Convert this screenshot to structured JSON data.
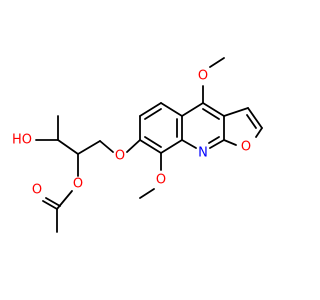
{
  "molecule": {
    "atoms": {
      "ho": "HO",
      "o_acetyl_carbonyl": "O",
      "o_ester": "O",
      "o_ether": "O",
      "o_methoxy_4": "O",
      "o_methoxy_8": "O",
      "o_furan": "O",
      "n_ring": "N"
    }
  },
  "colors": {
    "bond": "#000000",
    "oxygen": "#ff0000",
    "nitrogen": "#0000ff",
    "background": "#ffffff"
  }
}
